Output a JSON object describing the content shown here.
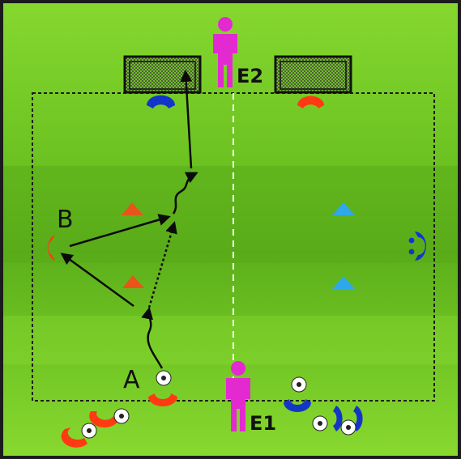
{
  "labels": {
    "player_a": "A",
    "player_b": "B",
    "trainer_top": "E2",
    "trainer_bottom": "E1"
  },
  "colors": {
    "pitch_light": "#7dd12a",
    "pitch_dark": "#5fb41b",
    "border": "#1b1b1b",
    "lines": "#1a1a1a",
    "centre_line": "#ffffff",
    "red_team": "#ff3a12",
    "blue_team": "#1436c8",
    "cone_red": "#e8541a",
    "cone_blue": "#2ea8e8",
    "trainer": "#e22ad0",
    "goal_frame": "#111111",
    "arrows": "#0b0b0b"
  },
  "icons": {
    "player_marker": "half-circle-player",
    "ball": "soccer-ball-icon",
    "cone": "cone-icon",
    "goal": "goal-net-icon",
    "trainer": "coach-figure-icon"
  }
}
